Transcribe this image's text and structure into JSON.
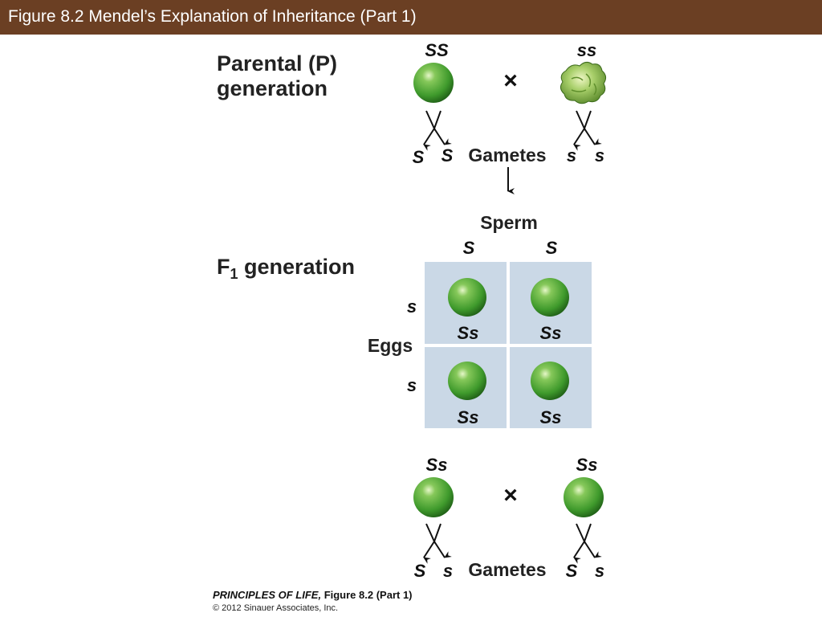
{
  "header": {
    "title": "Figure 8.2  Mendel’s Explanation of Inheritance (Part 1)"
  },
  "colors": {
    "header_bg": "#6b3f23",
    "punnett_cell": "#cad8e6",
    "pea_green": "#3f9a2c"
  },
  "parental": {
    "label_line1": "Parental (P)",
    "label_line2": "generation",
    "left_genotype": "SS",
    "right_genotype": "ss",
    "cross_symbol": "×",
    "gametes_label": "Gametes",
    "left_gametes": [
      "S",
      "S"
    ],
    "right_gametes": [
      "s",
      "s"
    ]
  },
  "f1": {
    "label_main": "F",
    "label_sub": "1",
    "label_rest": " generation",
    "sperm_label": "Sperm",
    "sperm_alleles": [
      "S",
      "S"
    ],
    "eggs_label": "Eggs",
    "egg_alleles": [
      "s",
      "s"
    ],
    "cells": [
      "Ss",
      "Ss",
      "Ss",
      "Ss"
    ]
  },
  "f1_cross": {
    "left_genotype": "Ss",
    "right_genotype": "Ss",
    "cross_symbol": "×",
    "gametes_label": "Gametes",
    "left_gametes": [
      "S",
      "s"
    ],
    "right_gametes": [
      "S",
      "s"
    ]
  },
  "credit": {
    "book": "PRINCIPLES OF LIFE,",
    "figure": " Figure 8.2 (Part 1)",
    "copyright": "© 2012 Sinauer Associates, Inc."
  }
}
